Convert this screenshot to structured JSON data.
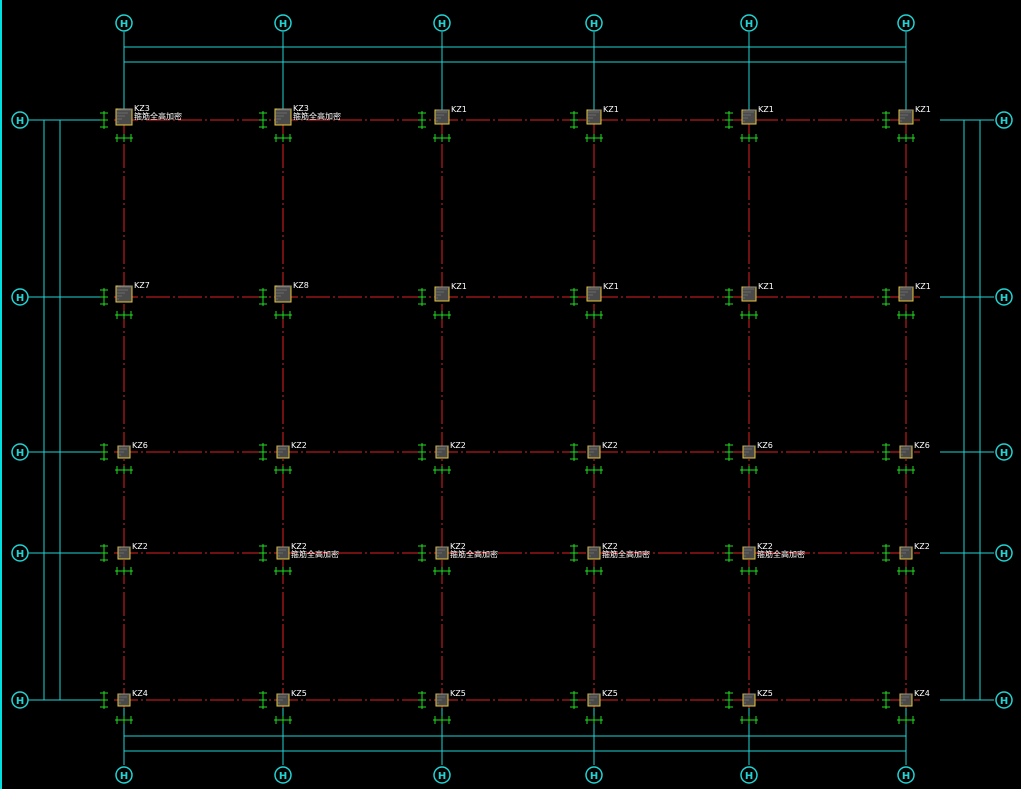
{
  "colors": {
    "background": "#000000",
    "grid_line": "#e02020",
    "dimension_line": "#22d3d3",
    "axis_bubble": "#22d3d3",
    "rebar_mark": "#22dd22",
    "column_border": "#e8c840",
    "column_fill": "#4a4a4a",
    "label_text": "#ffffff",
    "frame_edge": "#00e0e0"
  },
  "axes": {
    "top": [
      "H",
      "H",
      "H",
      "H",
      "H",
      "H"
    ],
    "bottom": [
      "H",
      "H",
      "H",
      "H",
      "H",
      "H"
    ],
    "left": [
      "H",
      "H",
      "H",
      "H",
      "H"
    ],
    "right": [
      "H",
      "H",
      "H",
      "H",
      "H"
    ]
  },
  "columns": [
    [
      {
        "label": "KZ3",
        "note": "箍筋全高加密"
      },
      {
        "label": "KZ3",
        "note": "箍筋全高加密"
      },
      {
        "label": "KZ1",
        "note": ""
      },
      {
        "label": "KZ1",
        "note": ""
      },
      {
        "label": "KZ1",
        "note": ""
      },
      {
        "label": "KZ1",
        "note": ""
      }
    ],
    [
      {
        "label": "KZ7",
        "note": ""
      },
      {
        "label": "KZ8",
        "note": ""
      },
      {
        "label": "KZ1",
        "note": ""
      },
      {
        "label": "KZ1",
        "note": ""
      },
      {
        "label": "KZ1",
        "note": ""
      },
      {
        "label": "KZ1",
        "note": ""
      }
    ],
    [
      {
        "label": "KZ6",
        "note": ""
      },
      {
        "label": "KZ2",
        "note": ""
      },
      {
        "label": "KZ2",
        "note": ""
      },
      {
        "label": "KZ2",
        "note": ""
      },
      {
        "label": "KZ6",
        "note": ""
      },
      {
        "label": "KZ6",
        "note": ""
      }
    ],
    [
      {
        "label": "KZ2",
        "note": ""
      },
      {
        "label": "KZ2",
        "note": "箍筋全高加密"
      },
      {
        "label": "KZ2",
        "note": "箍筋全高加密"
      },
      {
        "label": "KZ2",
        "note": "箍筋全高加密"
      },
      {
        "label": "KZ2",
        "note": "箍筋全高加密"
      },
      {
        "label": "KZ2",
        "note": ""
      }
    ],
    [
      {
        "label": "KZ4",
        "note": ""
      },
      {
        "label": "KZ5",
        "note": ""
      },
      {
        "label": "KZ5",
        "note": ""
      },
      {
        "label": "KZ5",
        "note": ""
      },
      {
        "label": "KZ5",
        "note": ""
      },
      {
        "label": "KZ4",
        "note": ""
      }
    ]
  ]
}
